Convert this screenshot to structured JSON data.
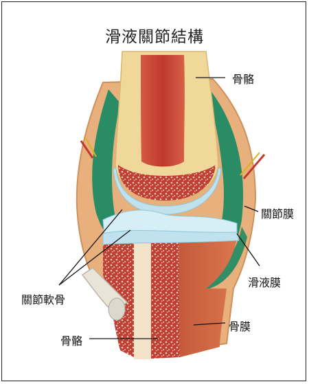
{
  "diagram": {
    "title": "滑液關節結構",
    "labels": {
      "bone_top": "骨骼",
      "joint_capsule": "關節膜",
      "synovial_membrane": "滑液膜",
      "articular_cartilage": "關節軟骨",
      "periosteum": "骨膜",
      "bone_bottom": "骨骼"
    }
  },
  "colors": {
    "bone_red": "#c84a3a",
    "bone_yellow": "#f0d79a",
    "cartilage": "#bfe2ee",
    "capsule_green": "#1f8a63",
    "skin": "#e0a070"
  }
}
